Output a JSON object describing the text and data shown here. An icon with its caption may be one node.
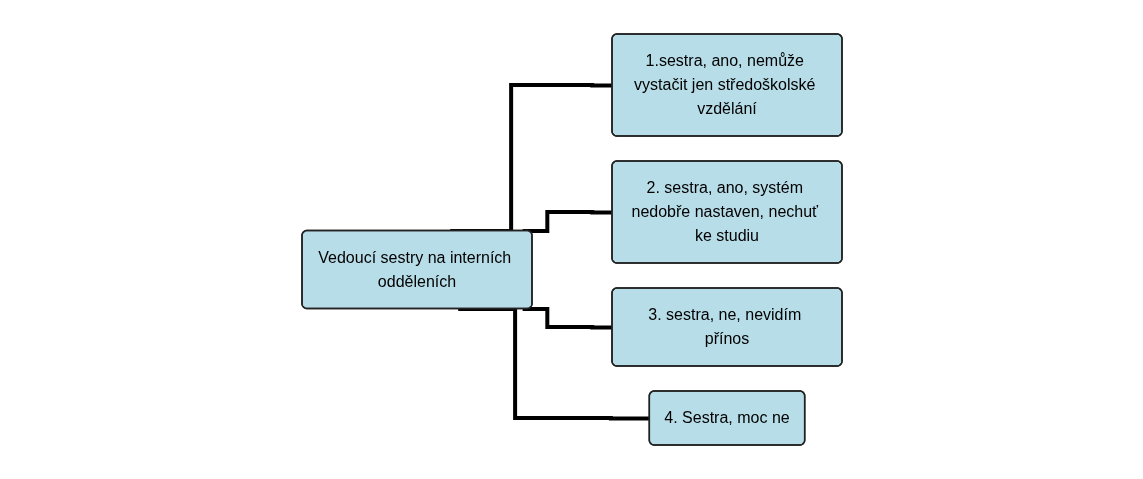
{
  "diagram": {
    "nodes": [
      {
        "text": [
          "Vedoucí sestry na interních odděleních"
        ]
      },
      {
        "text": [
          "1.sestra, ano, nemůže vystačit jen středoškolské vzdělání"
        ]
      },
      {
        "text": [
          "2. sestra, ano, systém nedobře nastaven, nechuť ke studiu"
        ]
      },
      {
        "text": [
          "3. sestra, ne, nevidím přínos"
        ]
      },
      {
        "text": [
          "4. Sestra, moc ne"
        ]
      }
    ],
    "edges": [
      {
        "from": 0,
        "to": 1,
        "arrow": "none"
      },
      {
        "from": 0,
        "to": 2,
        "arrow": "none"
      },
      {
        "from": 0,
        "to": 3,
        "arrow": "none"
      },
      {
        "from": 0,
        "to": 4,
        "arrow": "none"
      }
    ]
  }
}
